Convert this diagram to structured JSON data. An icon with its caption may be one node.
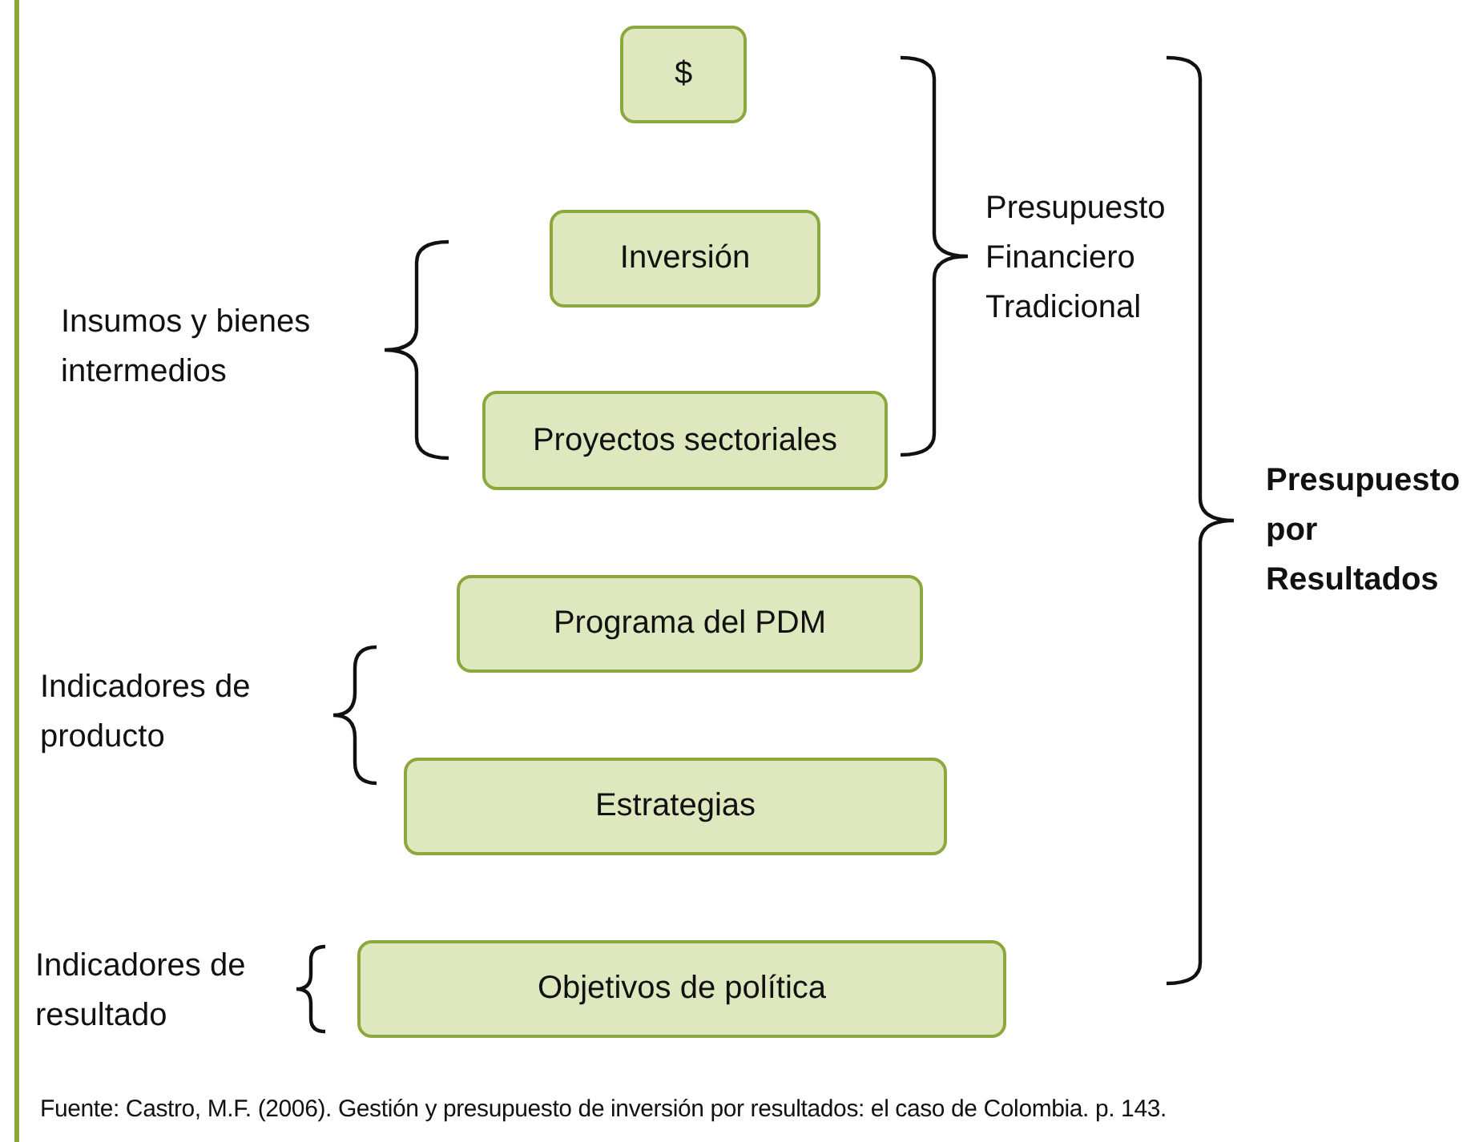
{
  "diagram": {
    "caption": "Fuente: Castro, M.F. (2006). Gestión y presupuesto de inversión por resultados: el caso de Colombia. p. 143.",
    "nodes": [
      {
        "text": [
          "$"
        ]
      },
      {
        "text": [
          "Inversión"
        ]
      },
      {
        "text": [
          "Proyectos sectoriales"
        ]
      },
      {
        "text": [
          "Programa del PDM"
        ]
      },
      {
        "text": [
          "Estrategias"
        ]
      },
      {
        "text": [
          "Objetivos de política"
        ]
      }
    ],
    "edges": [],
    "labels": [
      "Presupuesto Financiero Tradicional",
      "Insumos y bienes intermedios",
      "Presupuesto por Resultados",
      "Indicadores de producto",
      "Indicadores de resultado"
    ]
  }
}
